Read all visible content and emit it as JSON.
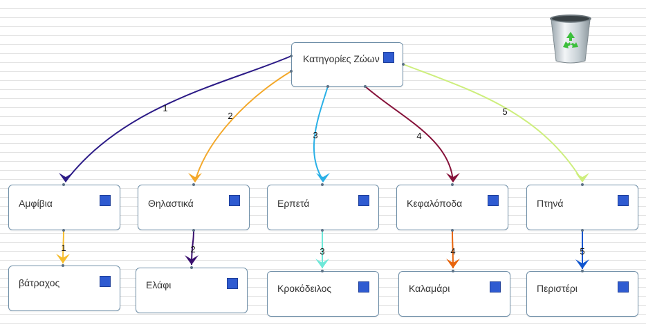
{
  "diagram": {
    "root": {
      "label": "Κατηγορίες Ζώων"
    },
    "categories": [
      {
        "label": "Αμφίβια",
        "edge_label": "1",
        "edge_color": "#2b1a86",
        "child": {
          "label": "βάτραχος",
          "edge_label": "1",
          "edge_color": "#f6bd2e"
        }
      },
      {
        "label": "Θηλαστικά",
        "edge_label": "2",
        "edge_color": "#f3a82a",
        "child": {
          "label": "Ελάφι",
          "edge_label": "2",
          "edge_color": "#3a0f6e"
        }
      },
      {
        "label": "Ερπετά",
        "edge_label": "3",
        "edge_color": "#2ab0e6",
        "child": {
          "label": "Κροκόδειλος",
          "edge_label": "3",
          "edge_color": "#6ee8d8"
        }
      },
      {
        "label": "Κεφαλόποδα",
        "edge_label": "4",
        "edge_color": "#86123a",
        "child": {
          "label": "Καλαμάρι",
          "edge_label": "4",
          "edge_color": "#e8640c"
        }
      },
      {
        "label": "Πτηνά",
        "edge_label": "5",
        "edge_color": "#cdee7c",
        "child": {
          "label": "Περιστέρι",
          "edge_label": "5",
          "edge_color": "#0f55cf"
        }
      }
    ]
  },
  "icons": {
    "node_button": "blue-square-icon",
    "trash": "recycle-bin-icon"
  },
  "colors": {
    "node_border": "#6f8fa8",
    "node_button": "#2f5bd1",
    "recycle_symbol": "#3cbf3c"
  }
}
